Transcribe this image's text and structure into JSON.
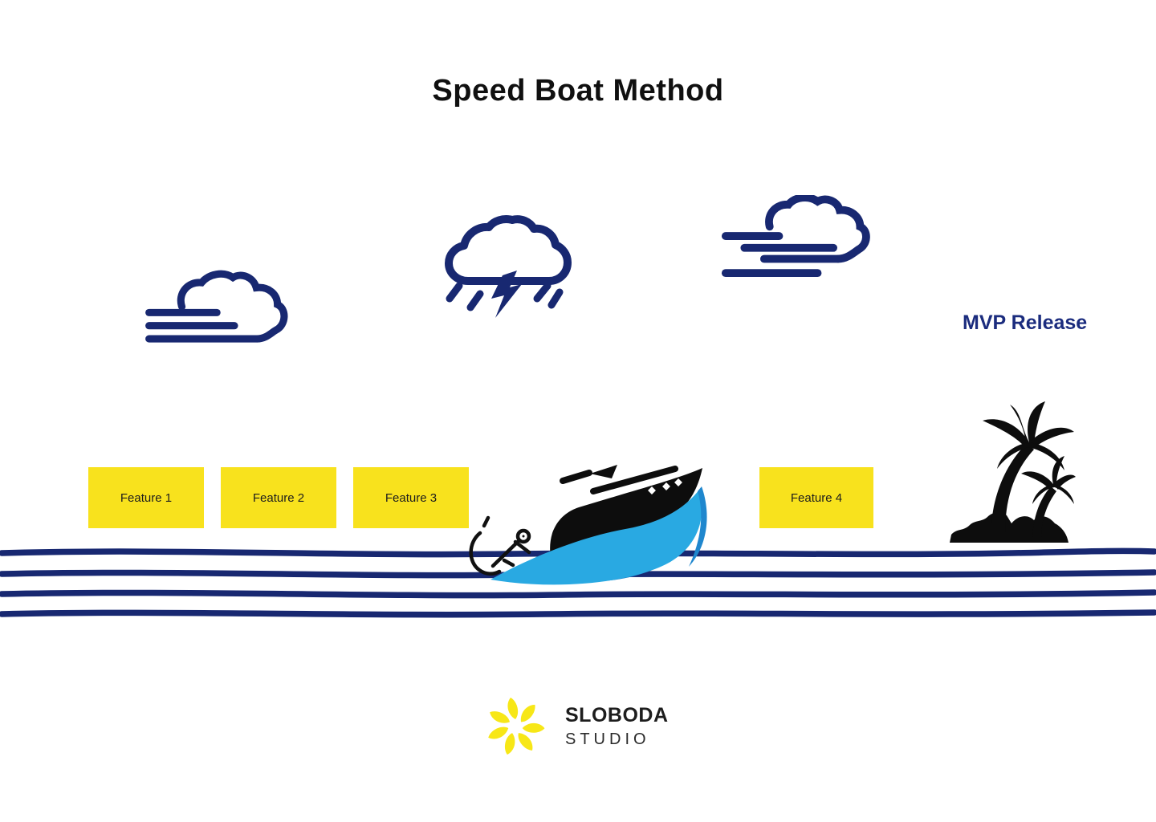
{
  "title": "Speed Boat Method",
  "mvp_label": "MVP Release",
  "features": [
    "Feature 1",
    "Feature 2",
    "Feature 3",
    "Feature 4"
  ],
  "logo": {
    "name": "SLOBODA",
    "subtitle": "STUDIO"
  },
  "colors": {
    "navy": "#182871",
    "mvp_text_navy": "#1B2C7E",
    "feature_yellow": "#F8E21D",
    "logo_yellow": "#F7E717",
    "boat_black": "#0d0d0d",
    "wake_light_blue": "#29A9E2",
    "wake_dark_blue": "#1E7EC5",
    "background": "#FFFFFF"
  },
  "icons": {
    "left_weather": "wind-cloud-icon",
    "middle_weather": "storm-cloud-lightning-icon",
    "right_weather": "wind-cloud-icon",
    "vessel": "speed-boat-icon",
    "drag": "anchor-icon",
    "goal": "palm-island-icon",
    "water": "water-waves-icon",
    "brand": "sun-petals-icon"
  }
}
